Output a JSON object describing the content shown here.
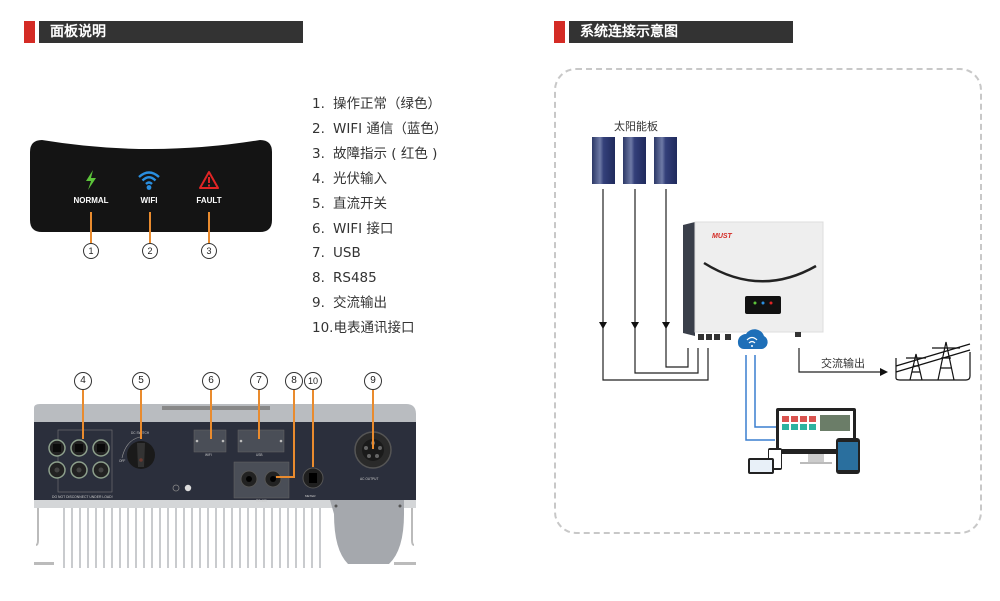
{
  "left_header": {
    "title": "面板说明"
  },
  "right_header": {
    "title": "系统连接示意图"
  },
  "led_panel": {
    "indicators": [
      {
        "label": "NORMAL",
        "icon": "lightning-icon",
        "color": "#5cc43a",
        "callout": "1"
      },
      {
        "label": "WIFI",
        "icon": "wifi-icon",
        "color": "#2a8fe0",
        "callout": "2"
      },
      {
        "label": "FAULT",
        "icon": "warning-triangle-icon",
        "color": "#e02525",
        "callout": "3"
      }
    ]
  },
  "legend": {
    "items": [
      {
        "num": "1.",
        "text": "操作正常（绿色）"
      },
      {
        "num": "2.",
        "text": "WIFI 通信（蓝色）"
      },
      {
        "num": "3.",
        "text": "故障指示 ( 红色 )"
      },
      {
        "num": "4.",
        "text": "光伏输入"
      },
      {
        "num": "5.",
        "text": "直流开关"
      },
      {
        "num": "6.",
        "text": "WIFI 接口"
      },
      {
        "num": "7.",
        "text": "USB"
      },
      {
        "num": "8.",
        "text": "RS485"
      },
      {
        "num": "9.",
        "text": "交流输出"
      },
      {
        "num": "10.",
        "text": "电表通讯接口"
      }
    ]
  },
  "bottom_panel": {
    "callouts": [
      "4",
      "5",
      "6",
      "7",
      "8",
      "10",
      "9"
    ],
    "labels": {
      "dc_switch": "DC SWITCH",
      "on": "ON",
      "off": "OFF",
      "warning": "DO NOT DISCONNECT UNDER LOAD!",
      "wifi": "WIFI",
      "usb": "USB",
      "rs485": "RS-485",
      "meter": "METER",
      "ac_output": "AC OUTPUT"
    }
  },
  "diagram": {
    "solar_label": "太阳能板",
    "ac_output_label": "交流输出",
    "brand": "MUST"
  }
}
